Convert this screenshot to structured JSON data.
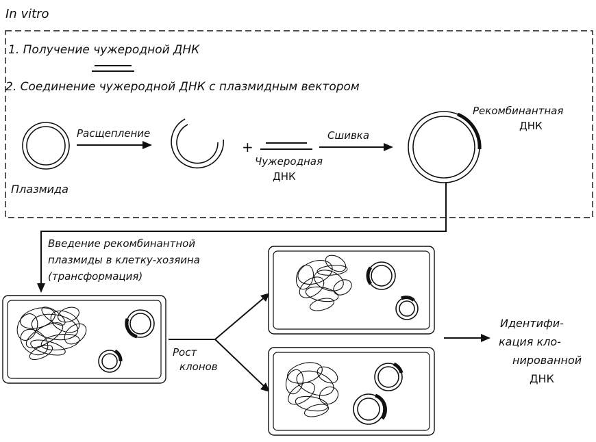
{
  "title": "In vitro",
  "steps": {
    "step1": "1. Получение чужеродной ДНК",
    "step2": "2. Соединение чужеродной ДНК с плазмидным вектором"
  },
  "labels": {
    "plasmid": "Плазмида",
    "cleavage": "Расщепление",
    "plus": "+",
    "foreign_dna_line1": "Чужеродная",
    "foreign_dna_line2": "ДНК",
    "ligation": "Сшивка",
    "recombinant_line1": "Рекомбинантная",
    "recombinant_line2": "ДНК",
    "intro_line1": "Введение рекомбинантной",
    "intro_line2": "плазмиды в клетку-хозяина",
    "intro_line3": "(трансформация)",
    "growth_line1": "Рост",
    "growth_line2": "клонов",
    "ident_line1": "Идентифи-",
    "ident_line2": "кация кло-",
    "ident_line3": "нированной",
    "ident_line4": "ДНК"
  }
}
